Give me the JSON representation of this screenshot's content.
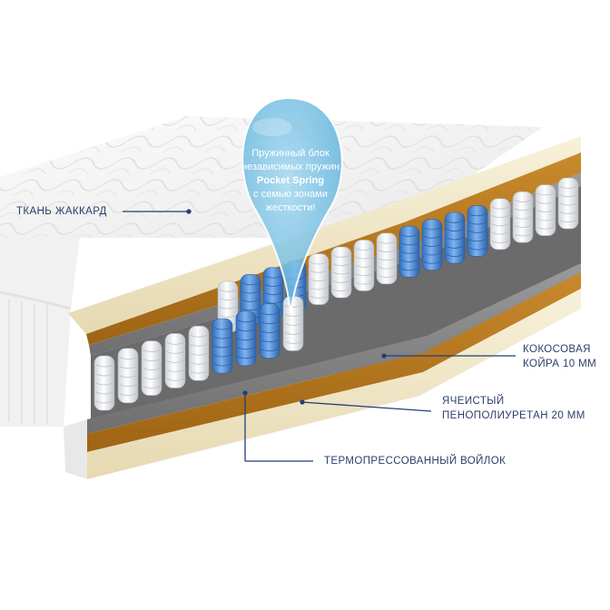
{
  "callouts": {
    "cover": "ТКАНЬ ЖАККАРД",
    "coir_line1": "КОКОСОВАЯ",
    "coir_line2": "КОЙРА 10 ММ",
    "foam_line1": "ЯЧЕИСТЫЙ",
    "foam_line2": "ПЕНОПОЛИУРЕТАН 20 ММ",
    "felt": "ТЕРМОПРЕССОВАННЫЙ ВОЙЛОК"
  },
  "bubble": {
    "line1": "Пружинный блок",
    "line2": "независимых пружин",
    "line3": "Pocket Spring",
    "line4": "с семью зонами",
    "line5": "жесткости!"
  },
  "colors": {
    "label_text": "#2c3e6b",
    "leader_line": "#1f3f7a",
    "bubble": "#7fc6e6",
    "coir": "#b8781f",
    "felt": "#f3ead0",
    "foam": "#8a8a8a",
    "spring_white": "#eef0f3",
    "spring_blue": "#4f8fd6"
  }
}
